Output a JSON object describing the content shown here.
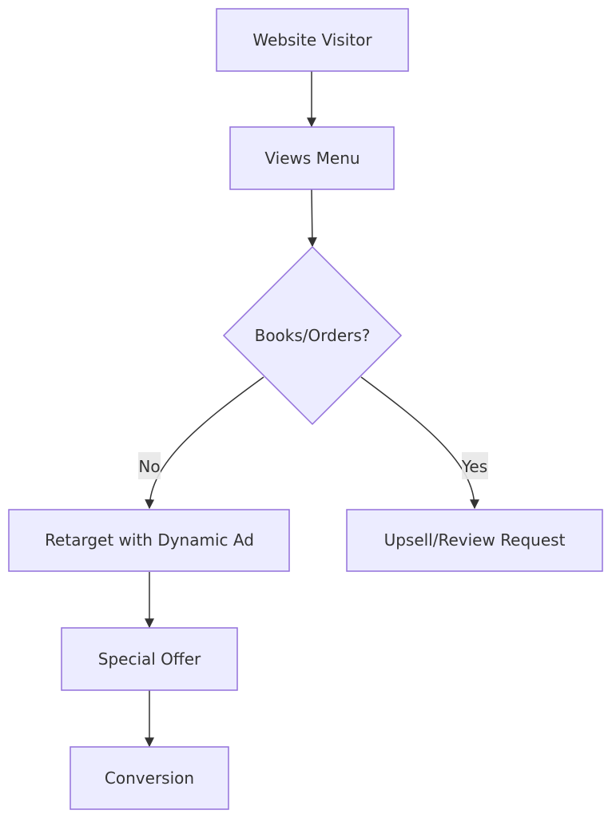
{
  "diagram": {
    "type": "flowchart",
    "direction": "top-down",
    "nodes": {
      "visitor": {
        "label": "Website Visitor",
        "shape": "rect"
      },
      "menu": {
        "label": "Views Menu",
        "shape": "rect"
      },
      "decision": {
        "label": "Books/Orders?",
        "shape": "diamond"
      },
      "retarget": {
        "label": "Retarget with Dynamic Ad",
        "shape": "rect"
      },
      "upsell": {
        "label": "Upsell/Review Request",
        "shape": "rect"
      },
      "offer": {
        "label": "Special Offer",
        "shape": "rect"
      },
      "conversion": {
        "label": "Conversion",
        "shape": "rect"
      }
    },
    "edges": [
      {
        "from": "visitor",
        "to": "menu",
        "label": ""
      },
      {
        "from": "menu",
        "to": "decision",
        "label": ""
      },
      {
        "from": "decision",
        "to": "retarget",
        "label": "No"
      },
      {
        "from": "decision",
        "to": "upsell",
        "label": "Yes"
      },
      {
        "from": "retarget",
        "to": "offer",
        "label": ""
      },
      {
        "from": "offer",
        "to": "conversion",
        "label": ""
      }
    ],
    "colors": {
      "node_fill": "#ececff",
      "node_stroke": "#9370db",
      "edge": "#333333",
      "text": "#333333",
      "edge_label_bg": "#e8e8e8"
    }
  }
}
